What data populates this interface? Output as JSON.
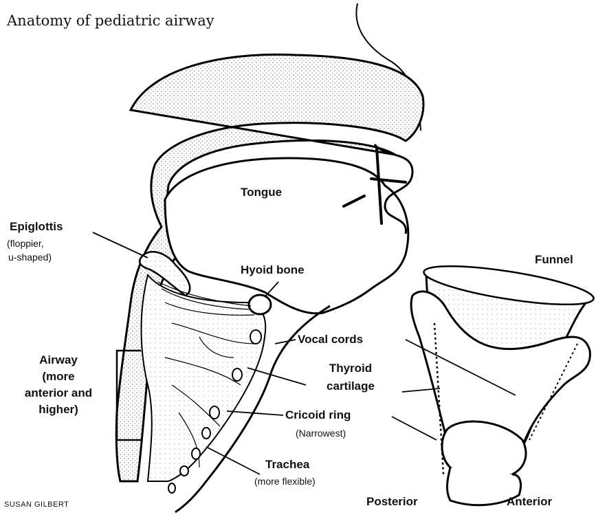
{
  "title": "Anatomy of pediatric airway",
  "credit": "SUSAN GILBERT",
  "labels": {
    "tongue": "Tongue",
    "epiglottis": "Epiglottis",
    "epiglottis_note_1": "(floppier,",
    "epiglottis_note_2": "u-shaped)",
    "hyoid": "Hyoid bone",
    "airway_1": "Airway",
    "airway_2": "(more",
    "airway_3": "anterior and",
    "airway_4": "higher)",
    "vocal_cords": "Vocal cords",
    "thyroid_1": "Thyroid",
    "thyroid_2": "cartilage",
    "cricoid": "Cricoid ring",
    "cricoid_note": "(Narrowest)",
    "trachea": "Trachea",
    "trachea_note": "(more flexible)",
    "funnel": "Funnel",
    "posterior": "Posterior",
    "anterior": "Anterior"
  }
}
